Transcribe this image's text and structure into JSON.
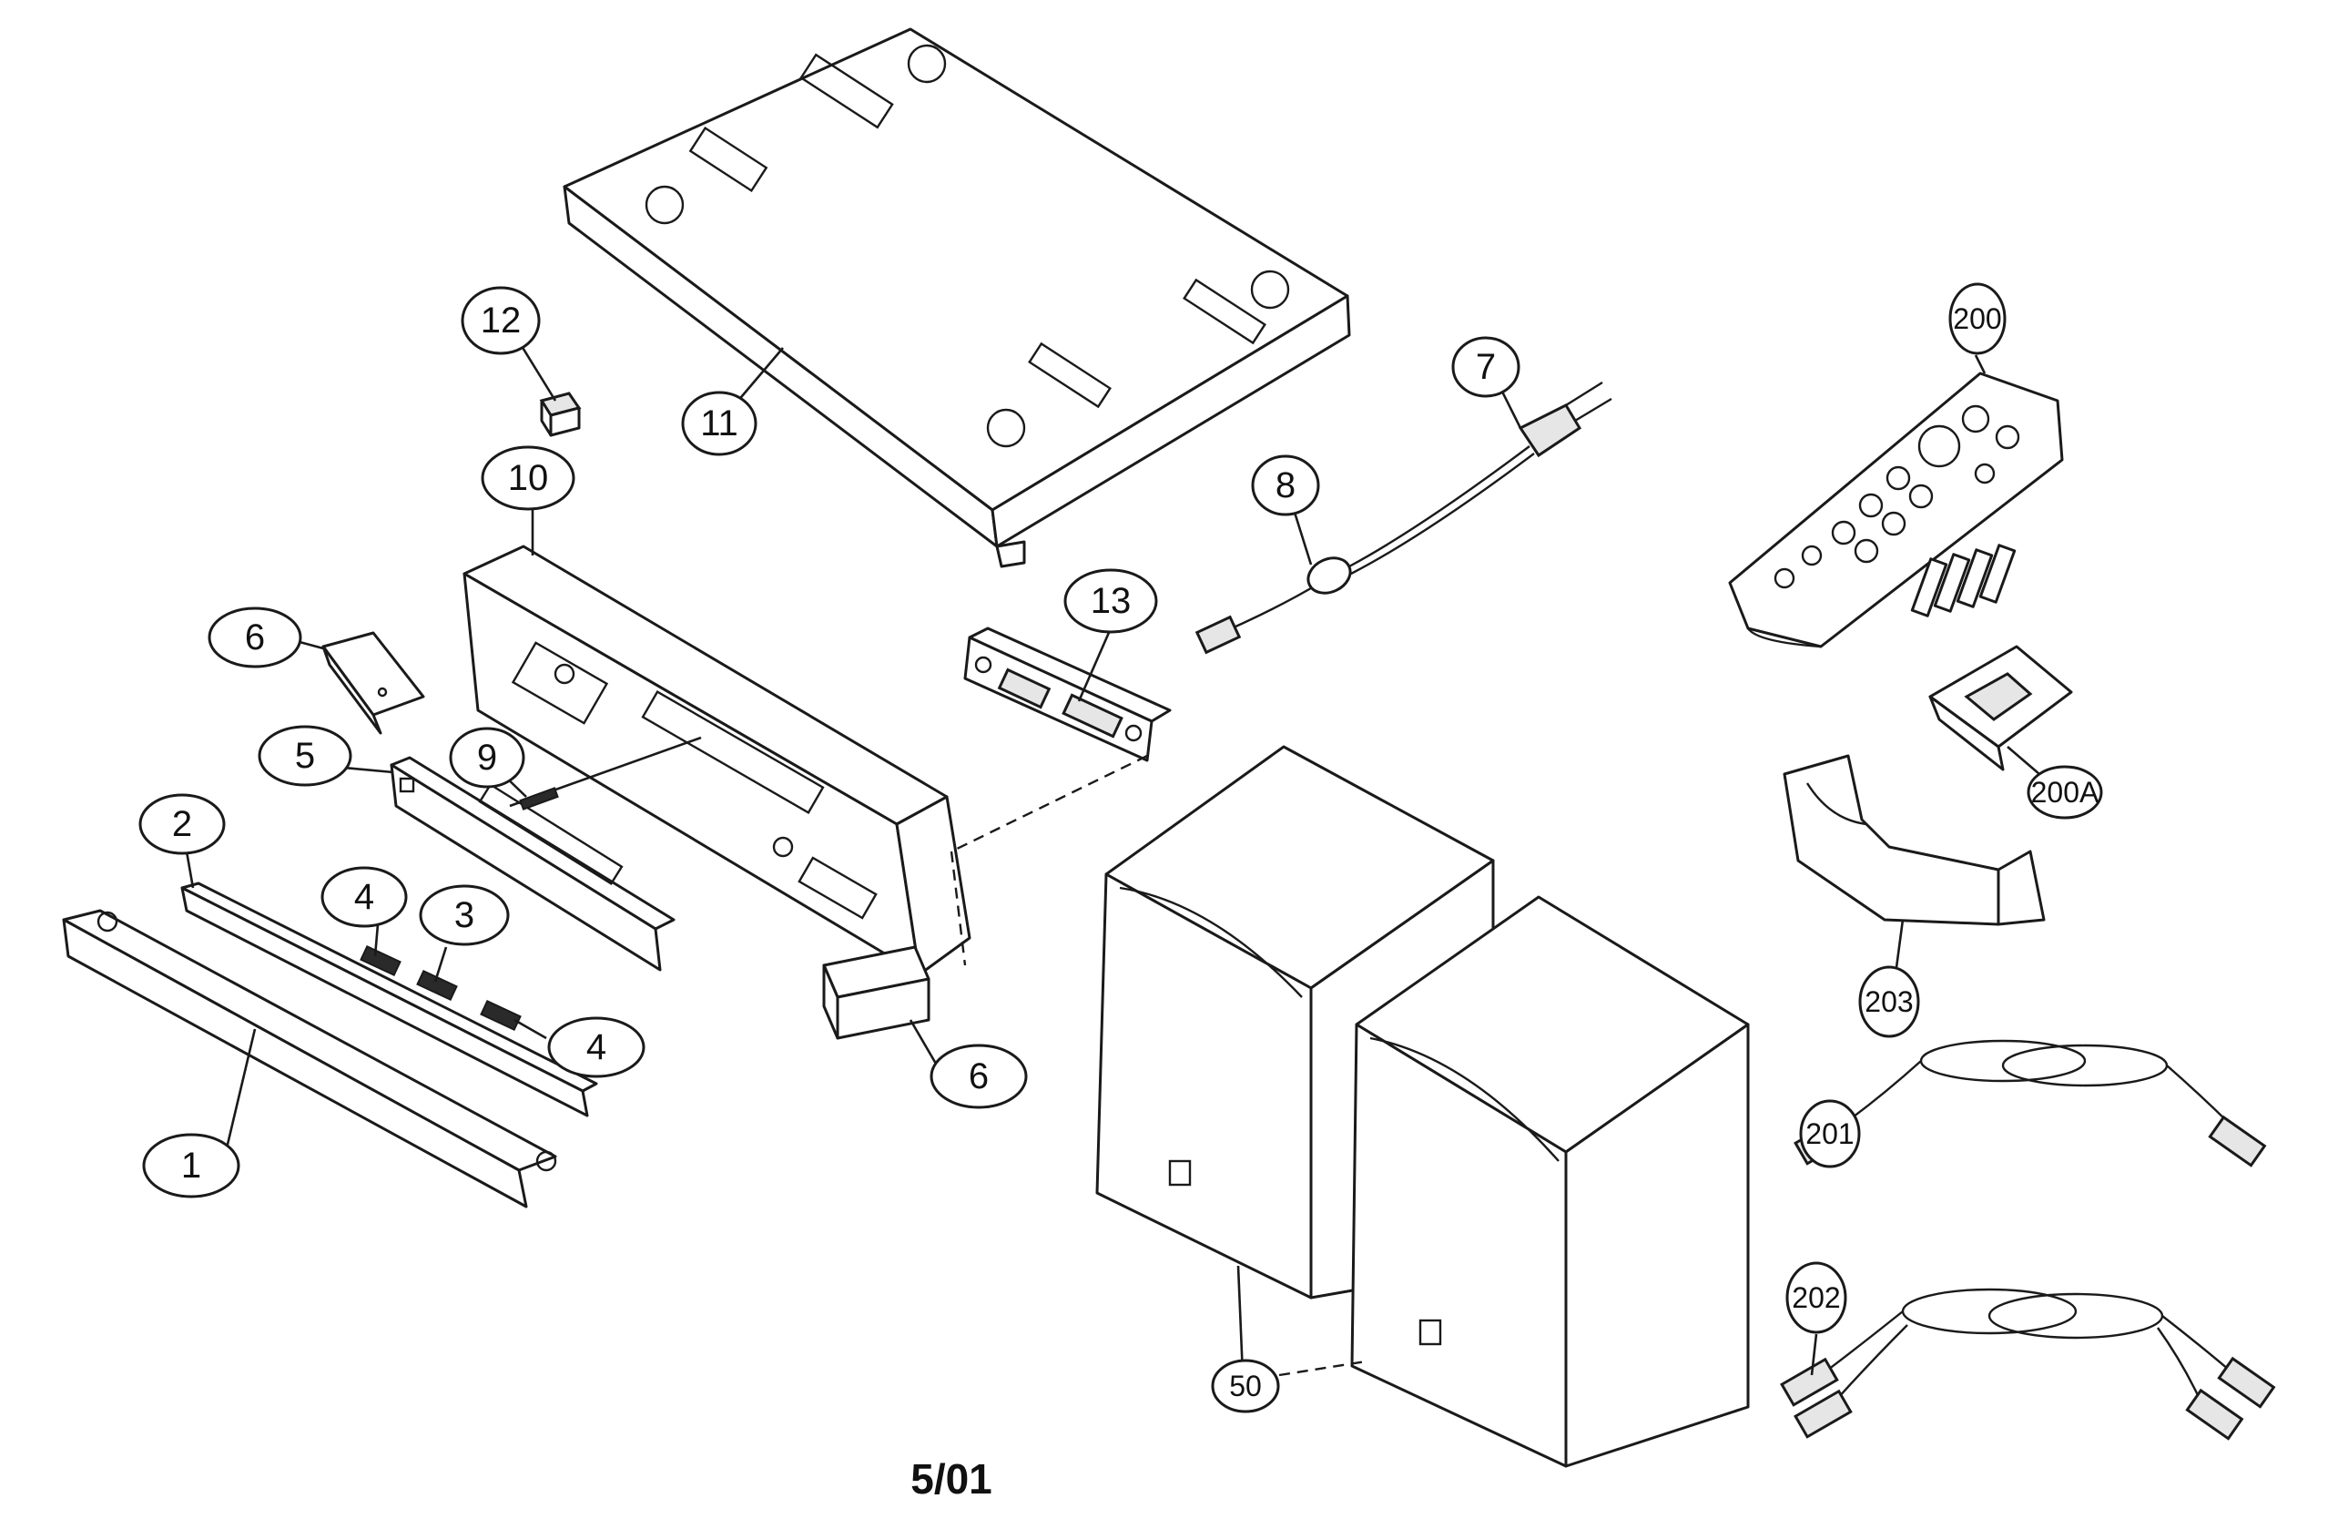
{
  "callouts": {
    "c1": "1",
    "c2": "2",
    "c3": "3",
    "c4a": "4",
    "c4b": "4",
    "c5": "5",
    "c6a": "6",
    "c6b": "6",
    "c7": "7",
    "c8": "8",
    "c9": "9",
    "c10": "10",
    "c11": "11",
    "c12": "12",
    "c13": "13",
    "c50": "50",
    "c200": "200",
    "c200A": "200A",
    "c201": "201",
    "c202": "202",
    "c203": "203"
  },
  "footer": {
    "date": "5/01"
  }
}
